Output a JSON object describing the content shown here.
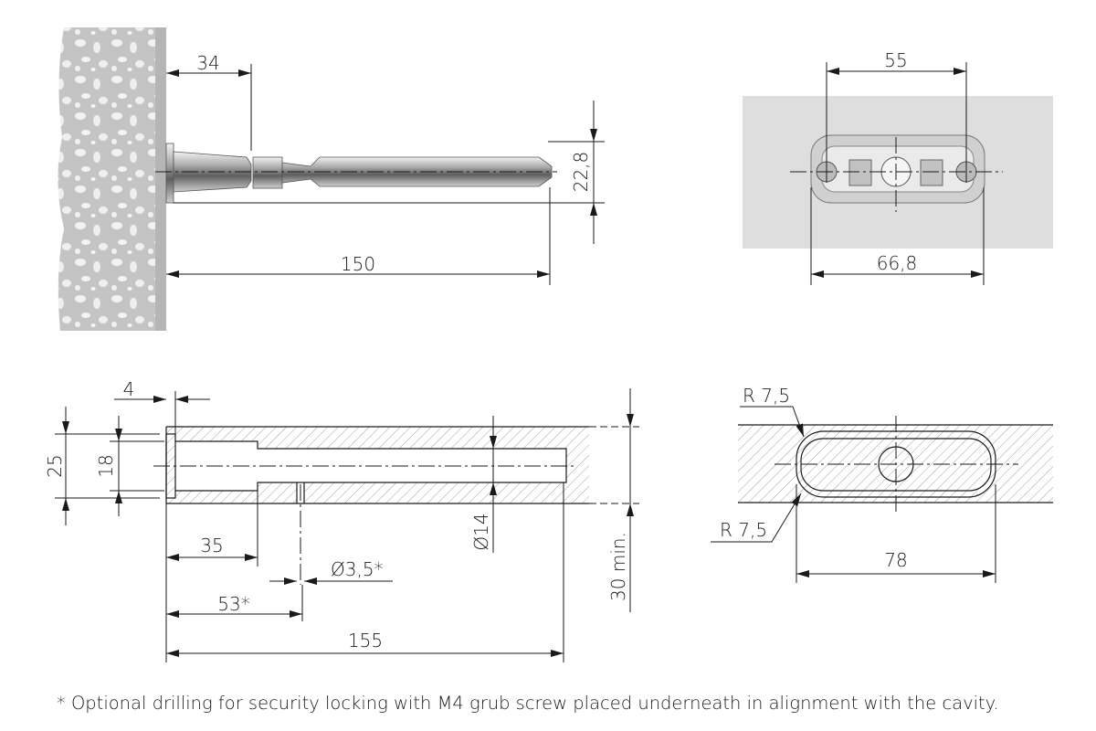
{
  "top_left_view": {
    "dim_anchor_depth": "34",
    "dim_length": "150",
    "dim_height": "22,8"
  },
  "top_right_view": {
    "dim_hole_spacing": "55",
    "dim_plate_width": "66,8"
  },
  "bottom_left_section": {
    "dim_flange": "4",
    "dim_outer": "25",
    "dim_counterbore": "18",
    "dim_counterbore_depth": "35",
    "dim_drill_dia": "Ø3,5*",
    "dim_drill_pos": "53*",
    "dim_total_depth": "155",
    "dim_bore": "Ø14",
    "dim_min_thickness": "30 min."
  },
  "bottom_right_section": {
    "radius_top": "R 7,5",
    "radius_bottom": "R 7,5",
    "dim_slot_length": "78"
  },
  "footnote": "* Optional drilling for security locking with M4 grub screw placed underneath in alignment with the cavity.",
  "colors": {
    "line": "#1a1a1a",
    "wall": "#c9c9c9",
    "backdrop": "#dedede"
  }
}
